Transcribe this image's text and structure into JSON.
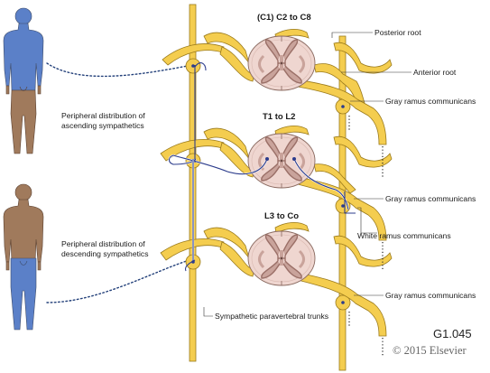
{
  "segments": [
    "(C1) C2 to C8",
    "T1 to L2",
    "L3 to Co"
  ],
  "labels": {
    "posterior_root": "Posterior root",
    "anterior_root": "Anterior root",
    "gray_ramus_1": "Gray ramus communicans",
    "gray_ramus_2": "Gray ramus communicans",
    "white_ramus": "White ramus communicans",
    "gray_ramus_3": "Gray ramus communicans",
    "trunks": "Sympathetic paravertebral trunks",
    "ascending_1": "Peripheral distribution of",
    "ascending_2": "ascending sympathetics",
    "descending_1": "Peripheral distribution of",
    "descending_2": "descending sympathetics"
  },
  "figure_code": "G1.045",
  "copyright": "© 2015 Elsevier",
  "colors": {
    "nerve": "#f4cd4f",
    "cord": "#f0d8d4",
    "gray_matter": "#c8a29a",
    "body": "#a0785a",
    "highlight": "#5b80c8",
    "fiber": "#2c3c8c"
  }
}
